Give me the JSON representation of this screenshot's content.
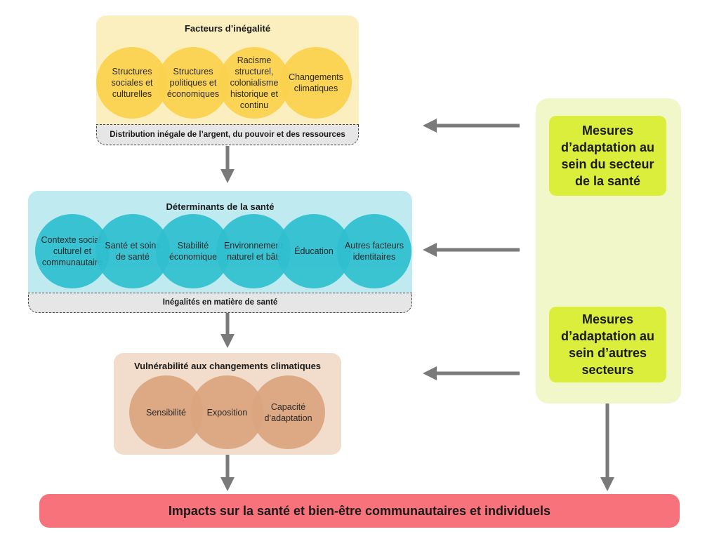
{
  "factors": {
    "title": "Facteurs d’inégalité",
    "circles": [
      "Structures sociales et culturelles",
      "Structures politiques et économiques",
      "Racisme structurel, colonialisme historique et continu",
      "Changements climatiques"
    ],
    "strip": "Distribution inégale de l’argent, du pouvoir et des ressources"
  },
  "determinants": {
    "title": "Déterminants de la santé",
    "circles": [
      "Contexte social, culturel et communautaire",
      "Santé et soins de santé",
      "Stabilité économique",
      "Environnement naturel et bâti",
      "Éducation",
      "Autres facteurs identitaires"
    ],
    "strip": "Inégalités en matière de santé"
  },
  "vulnerability": {
    "title": "Vulnérabilité aux changements climatiques",
    "circles": [
      "Sensibilité",
      "Exposition",
      "Capacité d’adaptation"
    ]
  },
  "adaptation": {
    "health_sector": "Mesures d’adaptation au sein du secteur de la santé",
    "other_sectors": "Mesures d’adaptation au sein d’autres secteurs"
  },
  "impacts": "Impacts sur la santé et bien-être communautaires et individuels",
  "colors": {
    "yellow": "#fcd24d",
    "cyan": "#2fbfcf",
    "tan": "#dba67f",
    "green": "#dcee3c",
    "impact": "#f7727a",
    "arrow": "#7a7a7a"
  }
}
